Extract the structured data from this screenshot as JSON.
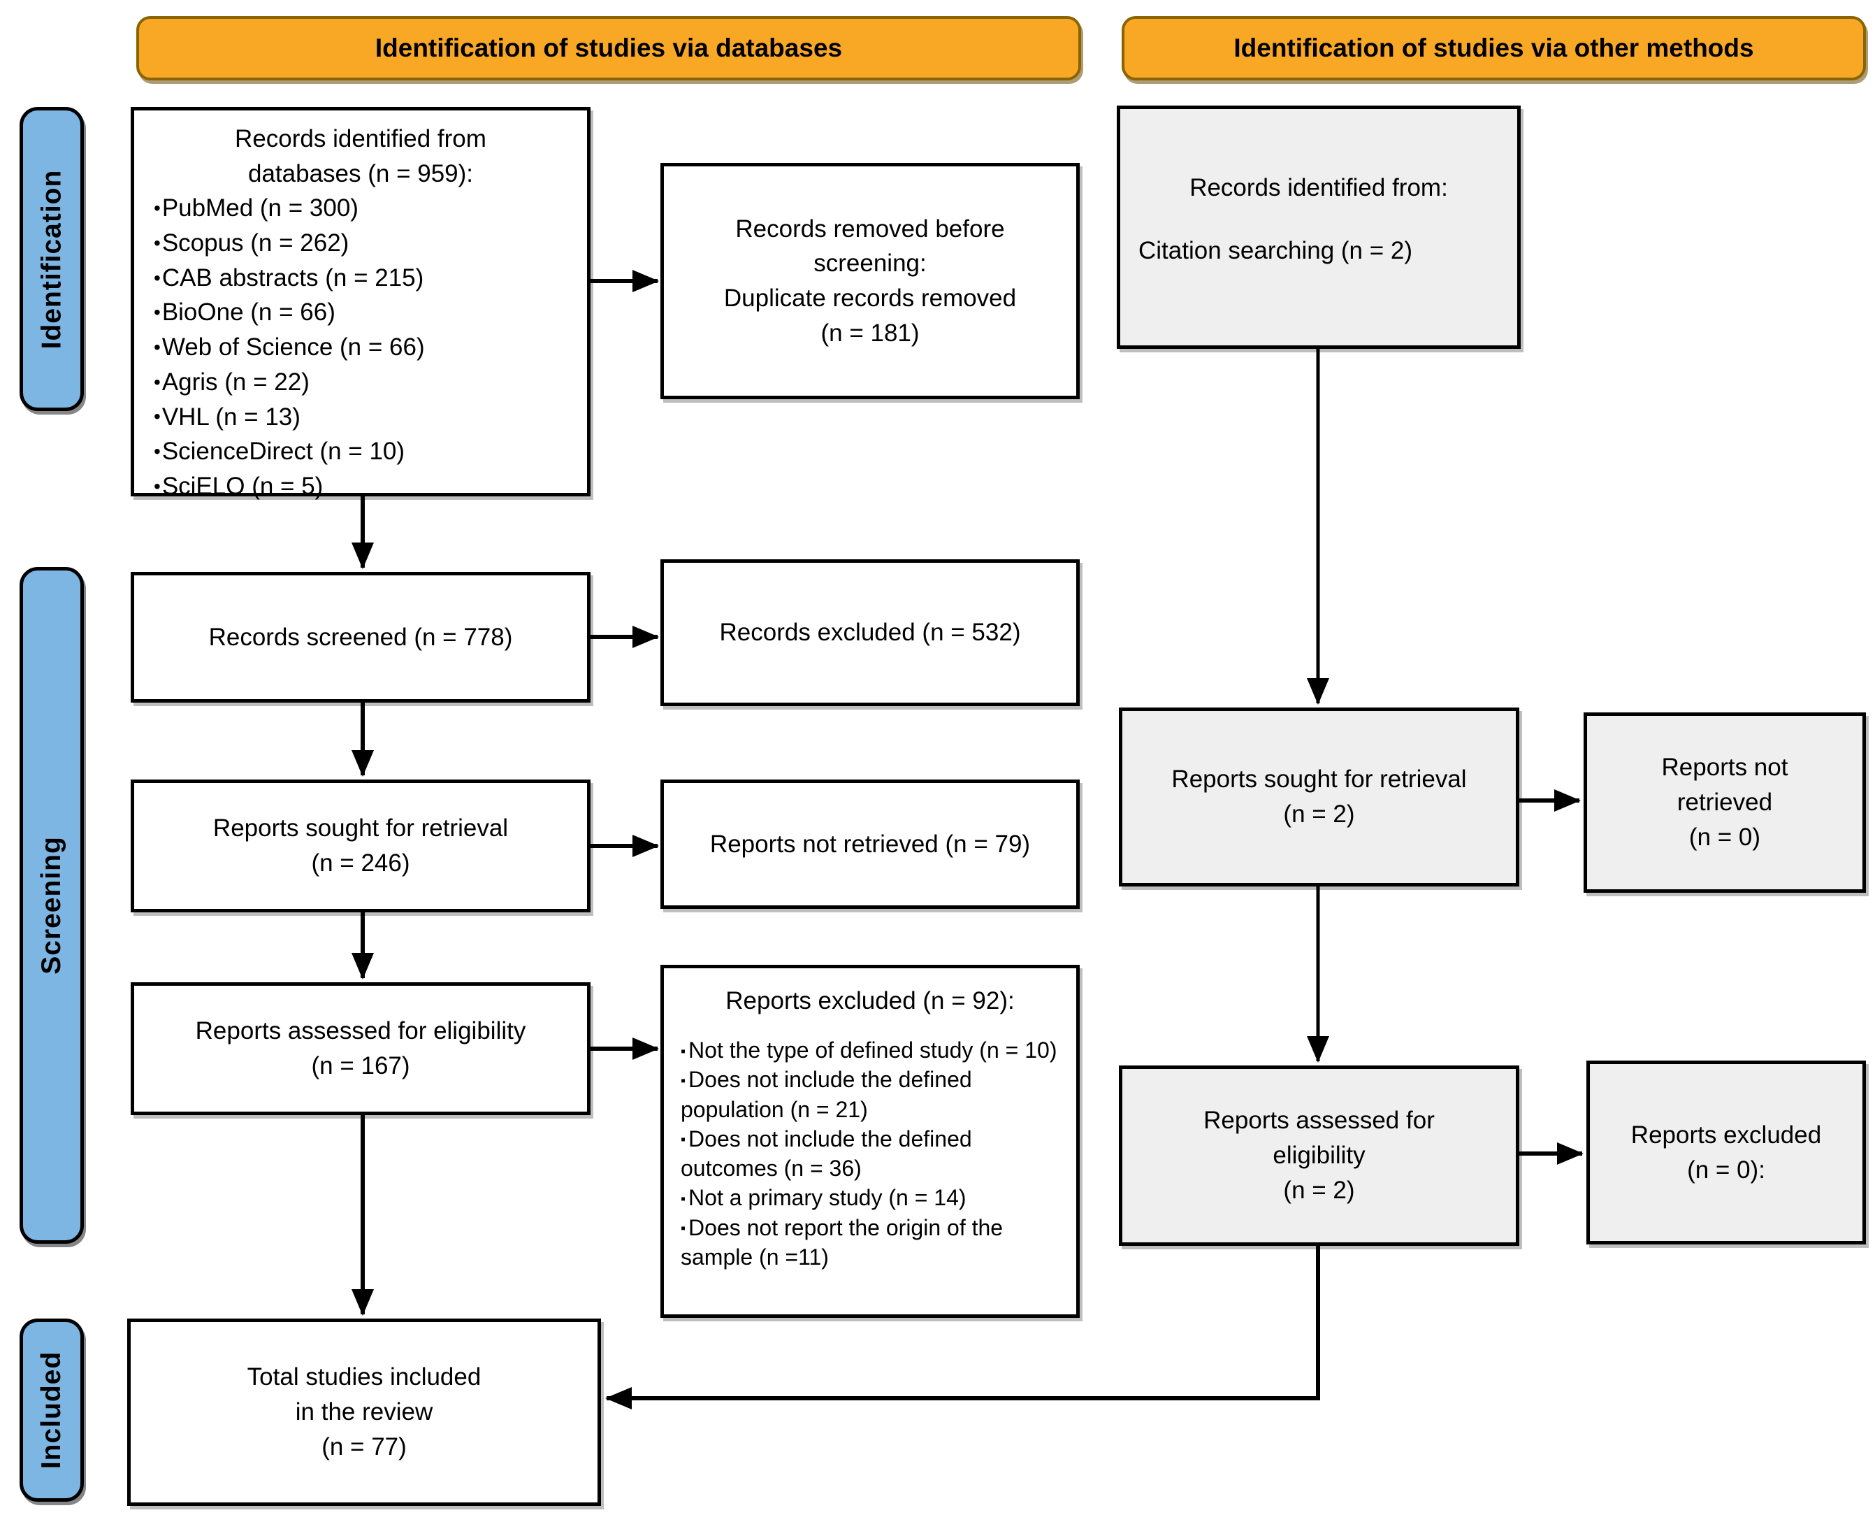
{
  "headers": {
    "left": "Identification of studies via databases",
    "right": "Identification of studies via other methods"
  },
  "sidebar": {
    "identification": "Identification",
    "screening": "Screening",
    "included": "Included"
  },
  "left_column": {
    "records_identified": {
      "title": "Records identified from\ndatabases (n = 959):",
      "items": [
        "PubMed (n = 300)",
        "Scopus (n = 262)",
        "CAB abstracts (n = 215)",
        "BioOne (n = 66)",
        "Web of Science (n = 66)",
        "Agris (n = 22)",
        "VHL (n = 13)",
        "ScienceDirect (n = 10)",
        "SciELO (n = 5)"
      ]
    },
    "records_screened": "Records screened (n = 778)",
    "reports_sought": "Reports sought for retrieval\n(n = 246)",
    "reports_assessed": "Reports assessed for eligibility\n(n = 167)",
    "total_included": "Total studies included\nin the review\n(n = 77)"
  },
  "middle_column": {
    "records_removed": "Records removed before\nscreening:\nDuplicate records removed\n(n = 181)",
    "records_excluded": "Records excluded (n = 532)",
    "reports_not_retrieved": "Reports not retrieved (n = 79)",
    "reports_excluded": {
      "title": "Reports excluded (n = 92):",
      "items": [
        "Not the type of defined study (n = 10)",
        "Does not include the defined population (n = 21)",
        "Does not include the defined outcomes (n = 36)",
        "Not a primary study (n = 14)",
        "Does not report the origin of the sample (n =11)"
      ]
    }
  },
  "right_column": {
    "records_identified_other": {
      "title": "Records identified from:",
      "line": "Citation searching (n = 2)"
    },
    "reports_sought": "Reports sought for retrieval\n(n = 2)",
    "reports_not_retrieved": "Reports not\nretrieved\n(n = 0)",
    "reports_assessed": "Reports assessed for\neligibility\n(n = 2)",
    "reports_excluded": "Reports excluded\n(n = 0):"
  },
  "colors": {
    "header_fill": "#F9A825",
    "header_border": "#8A6400",
    "stage_fill": "#7DB5E3",
    "box_border": "#000000",
    "gray_box_fill": "#EFEFEF",
    "white_box_fill": "#FFFFFF"
  }
}
